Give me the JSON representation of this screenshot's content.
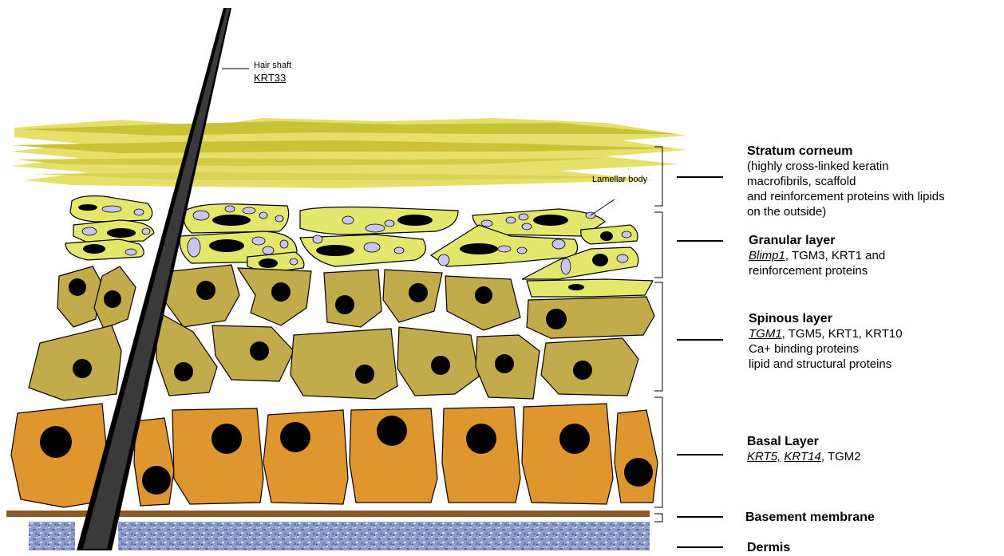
{
  "hair": {
    "label": "Hair shaft",
    "gene": "KRT33"
  },
  "lamellar_body_label": "Lamellar body",
  "layers": {
    "stratum_corneum": {
      "title": "Stratum corneum",
      "lines": [
        "(highly cross-linked keratin",
        "macrofibrils, scaffold",
        "and reinforcement proteins with lipids",
        "on the outside)"
      ]
    },
    "granular": {
      "title": "Granular layer",
      "gene": "Blimp1",
      "rest": ", TGM3, KRT1 and",
      "line2": "reinforcement proteins"
    },
    "spinous": {
      "title": "Spinous layer",
      "gene": "TGM1",
      "rest": ", TGM5, KRT1, KRT10",
      "line2": "Ca+ binding proteins",
      "line3": "lipid and structural proteins"
    },
    "basal": {
      "title": "Basal Layer",
      "gene1": "KRT5,",
      "gene2": "KRT14",
      "rest": ", TGM2"
    },
    "basement_membrane": {
      "title": "Basement membrane"
    },
    "dermis": {
      "title": "Dermis"
    }
  },
  "colors": {
    "corneum_light": "#e6e06a",
    "corneum_dark": "#c9c136",
    "granular_cell": "#e3e86c",
    "granule": "#c9c4f0",
    "spinous_cell": "#c2ab4a",
    "basal_cell": "#e0962f",
    "membrane": "#8b5a2b",
    "dermis": "#8d9cc9",
    "hair": "#3a3a3a"
  }
}
